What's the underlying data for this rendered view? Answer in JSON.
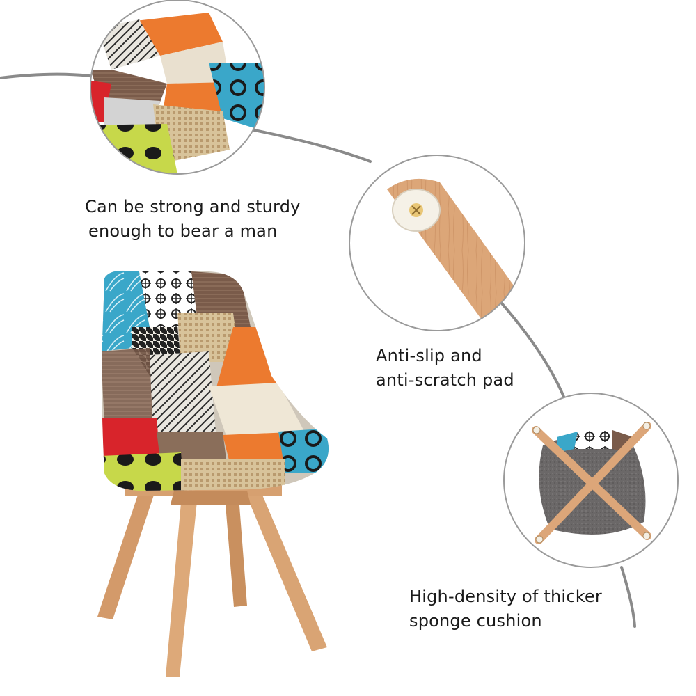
{
  "features": [
    {
      "id": "fabric-closeup",
      "image_subject": "patchwork fabric seat close-up",
      "caption_lines": [
        "Can be strong and sturdy",
        "enough to bear a man"
      ]
    },
    {
      "id": "leg-pad-closeup",
      "image_subject": "wooden leg with anti-slip pad",
      "caption_lines": [
        "Anti-slip and",
        "anti-scratch pad"
      ]
    },
    {
      "id": "cushion-underside",
      "image_subject": "chair underside with crossed wooden legs",
      "caption_lines": [
        "High-density of thicker",
        "sponge cushion"
      ]
    }
  ],
  "colors": {
    "connector_line": "#8a8a8a",
    "circle_border": "#9a9a9a",
    "wood": "#dca679",
    "fabric_blue": "#3aa7c9",
    "fabric_orange": "#ec7a2f",
    "fabric_red": "#d8242b",
    "fabric_brown": "#7a5b4a",
    "fabric_lime": "#c7d84a",
    "cushion_grey": "#6b6868"
  }
}
